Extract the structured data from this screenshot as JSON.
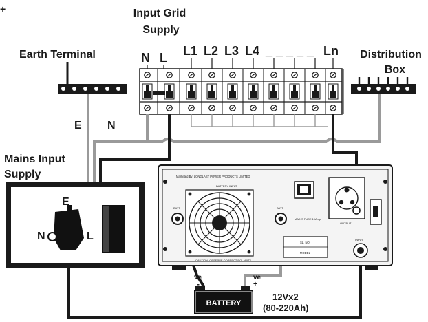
{
  "labels": {
    "input_grid_line1": "Input Grid",
    "input_grid_line2": "Supply",
    "earth_terminal": "Earth Terminal",
    "distribution_line1": "Distribution",
    "distribution_line2": "Box",
    "mains_line1": "Mains Input",
    "mains_line2": "Supply",
    "breaker_n": "N",
    "breaker_l": "L",
    "breaker_l1": "L1",
    "breaker_l2": "L2",
    "breaker_l3": "L3",
    "breaker_l4": "L4",
    "breaker_dashes": "_ _ _ _ _",
    "breaker_ln": "Ln",
    "wire_e": "E",
    "wire_n": "N",
    "plug_e": "E",
    "plug_n": "N",
    "plug_l": "L",
    "battery": "BATTERY",
    "battery_spec_line1": "12Vx2",
    "battery_spec_line2": "(80-220Ah)",
    "ve_neg": "ve",
    "ve_neg_sign": "-",
    "ve_pos": "ve",
    "ve_pos_sign": "+",
    "corner_mark": "+"
  },
  "inverter": {
    "top_text": "Marketed By: LONGLAST POWER PRODUCTS LIMITED",
    "battery_input": "BATTERY INPUT",
    "mains_fuse": "MAINS FUSE 10Amp",
    "output": "OUTPUT",
    "input": "INPUT",
    "sl_no": "SL. NO.",
    "model": "MODEL",
    "caution": "CAUTION: OBSERVE CORRECT POLARITY",
    "left_terminal": "BATT",
    "right_terminal": "BATT"
  },
  "colors": {
    "line": "#1a1a1a",
    "grey_wire": "#9a9a9a",
    "panel": "#f4f4f4",
    "dark": "#111111"
  }
}
